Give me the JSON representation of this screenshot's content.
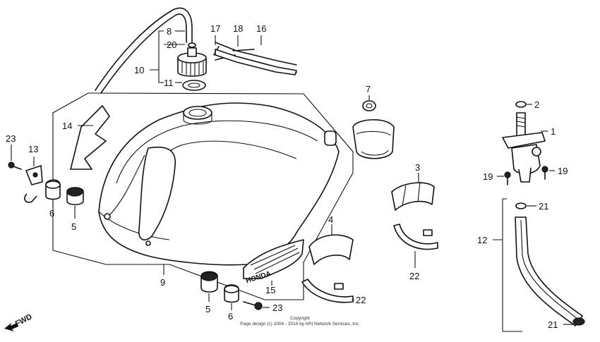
{
  "callouts": {
    "c1": "1",
    "c2": "2",
    "c3": "3",
    "c4": "4",
    "c5a": "5",
    "c5b": "5",
    "c6a": "6",
    "c6b": "6",
    "c7": "7",
    "c8": "8",
    "c9": "9",
    "c10": "10",
    "c11": "11",
    "c12": "12",
    "c13": "13",
    "c14": "14",
    "c15": "15",
    "c16": "16",
    "c17": "17",
    "c18": "18",
    "c19a": "19",
    "c19b": "19",
    "c20": "20",
    "c21a": "21",
    "c21b": "21",
    "c22a": "22",
    "c22b": "22",
    "c23a": "23",
    "c23b": "23"
  },
  "emblem_text": "HONDA",
  "fwd_label": "FWD",
  "copyright": {
    "line1": "Copyright",
    "line2": "Page design (c) 2004 - 2014 by ARI Network Services, Inc."
  }
}
